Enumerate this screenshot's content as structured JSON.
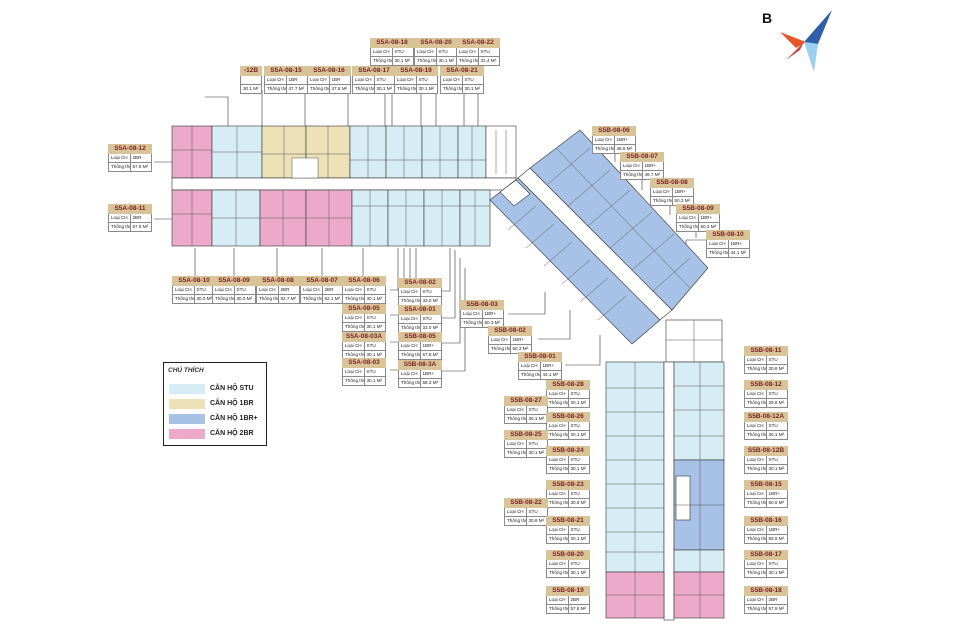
{
  "logo": {
    "letter": "B"
  },
  "colors": {
    "stu": "#d6edf5",
    "br1": "#ede1b7",
    "br1p": "#a7c2e6",
    "br2": "#eca9c9",
    "label_bg": "#d9c49a",
    "label_text": "#7a1f1f"
  },
  "legend": {
    "title": "CHÚ THÍCH",
    "items": [
      {
        "label": "CĂN HỘ STU",
        "color": "#d6edf5"
      },
      {
        "label": "CĂN HỘ 1BR",
        "color": "#ede1b7"
      },
      {
        "label": "CĂN HỘ 1BR+",
        "color": "#a7c2e6"
      },
      {
        "label": "CĂN HỘ 2BR",
        "color": "#eca9c9"
      }
    ]
  },
  "unit_row_labels": {
    "type": "Loại CH",
    "area": "Thông thủy"
  },
  "units": [
    {
      "code": "S5A-08-18",
      "type": "STU",
      "area": "30.1 M²"
    },
    {
      "code": "S5A-08-20",
      "type": "STU",
      "area": "30.1 M²"
    },
    {
      "code": "S5A-08-22",
      "type": "STU",
      "area": "31.4 M²"
    },
    {
      "code": "-12B",
      "type": "",
      "area": "30.1 M²"
    },
    {
      "code": "S5A-08-15",
      "type": "1BR",
      "area": "47.7 M²"
    },
    {
      "code": "S5A-08-16",
      "type": "1BR",
      "area": "47.8 M²"
    },
    {
      "code": "S5A-08-17",
      "type": "STU",
      "area": "30.1 M²"
    },
    {
      "code": "S5A-08-19",
      "type": "STU",
      "area": "30.1 M²"
    },
    {
      "code": "S5A-08-21",
      "type": "STU",
      "area": "30.1 M²"
    },
    {
      "code": "S5A-08-12",
      "type": "2BR",
      "area": "57.9 M²"
    },
    {
      "code": "S5A-08-11",
      "type": "2BR",
      "area": "57.9 M²"
    },
    {
      "code": "S5A-08-10",
      "type": "STU",
      "area": "30.0 M²"
    },
    {
      "code": "S5A-08-09",
      "type": "STU",
      "area": "30.0 M²"
    },
    {
      "code": "S5A-08-08",
      "type": "2BR",
      "area": "62.7 M²"
    },
    {
      "code": "S5A-08-07",
      "type": "2BR",
      "area": "62.1 M²"
    },
    {
      "code": "S5A-08-06",
      "type": "STU",
      "area": "30.1 M²"
    },
    {
      "code": "S5A-08-05",
      "type": "STU",
      "area": "30.1 M²"
    },
    {
      "code": "S5A-08-03A",
      "type": "STU",
      "area": "30.1 M²"
    },
    {
      "code": "S5A-08-03",
      "type": "STU",
      "area": "30.1 M²"
    },
    {
      "code": "S5A-08-02",
      "type": "STU",
      "area": "33.0 M²"
    },
    {
      "code": "S5A-08-01",
      "type": "STU",
      "area": "33.0 M²"
    },
    {
      "code": "S5B-08-05",
      "type": "1BR+",
      "area": "57.8 M²"
    },
    {
      "code": "S5B-08-3A",
      "type": "1BR+",
      "area": "58.3 M²"
    },
    {
      "code": "S5B-08-06",
      "type": "1BR+",
      "area": "48.5 M²"
    },
    {
      "code": "S5B-08-07",
      "type": "1BR+",
      "area": "49.7 M²"
    },
    {
      "code": "S5B-08-08",
      "type": "1BR+",
      "area": "50.3 M²"
    },
    {
      "code": "S5B-08-09",
      "type": "1BR+",
      "area": "50.3 M²"
    },
    {
      "code": "S5B-08-10",
      "type": "1BR+",
      "area": "44.1 M²"
    },
    {
      "code": "S5B-08-03",
      "type": "1BR+",
      "area": "50.3 M²"
    },
    {
      "code": "S5B-08-02",
      "type": "1BR+",
      "area": "50.3 M²"
    },
    {
      "code": "S5B-08-01",
      "type": "1BR+",
      "area": "44.1 M²"
    },
    {
      "code": "S5B-08-28",
      "type": "STU",
      "area": "30.1 M²"
    },
    {
      "code": "S5B-08-27",
      "type": "STU",
      "area": "30.1 M²"
    },
    {
      "code": "S5B-08-26",
      "type": "STU",
      "area": "30.1 M²"
    },
    {
      "code": "S5B-08-25",
      "type": "STU",
      "area": "30.1 M²"
    },
    {
      "code": "S5B-08-24",
      "type": "STU",
      "area": "30.1 M²"
    },
    {
      "code": "S5B-08-23",
      "type": "STU",
      "area": "30.9 M²"
    },
    {
      "code": "S5B-08-22",
      "type": "STU",
      "area": "30.9 M²"
    },
    {
      "code": "S5B-08-21",
      "type": "STU",
      "area": "30.1 M²"
    },
    {
      "code": "S5B-08-20",
      "type": "STU",
      "area": "30.1 M²"
    },
    {
      "code": "S5B-08-19",
      "type": "2BR",
      "area": "57.8 M²"
    },
    {
      "code": "S5B-08-11",
      "type": "STU",
      "area": "30.8 M²"
    },
    {
      "code": "S5B-08-12",
      "type": "STU",
      "area": "29.8 M²"
    },
    {
      "code": "S5B-08-12A",
      "type": "STU",
      "area": "30.1 M²"
    },
    {
      "code": "S5B-08-12B",
      "type": "STU",
      "area": "30.1 M²"
    },
    {
      "code": "S5B-08-15",
      "type": "1BR+",
      "area": "50.6 M²"
    },
    {
      "code": "S5B-08-16",
      "type": "1BR+",
      "area": "50.6 M²"
    },
    {
      "code": "S5B-08-17",
      "type": "STU",
      "area": "30.1 M²"
    },
    {
      "code": "S5B-08-18",
      "type": "2BR",
      "area": "57.9 M²"
    }
  ]
}
